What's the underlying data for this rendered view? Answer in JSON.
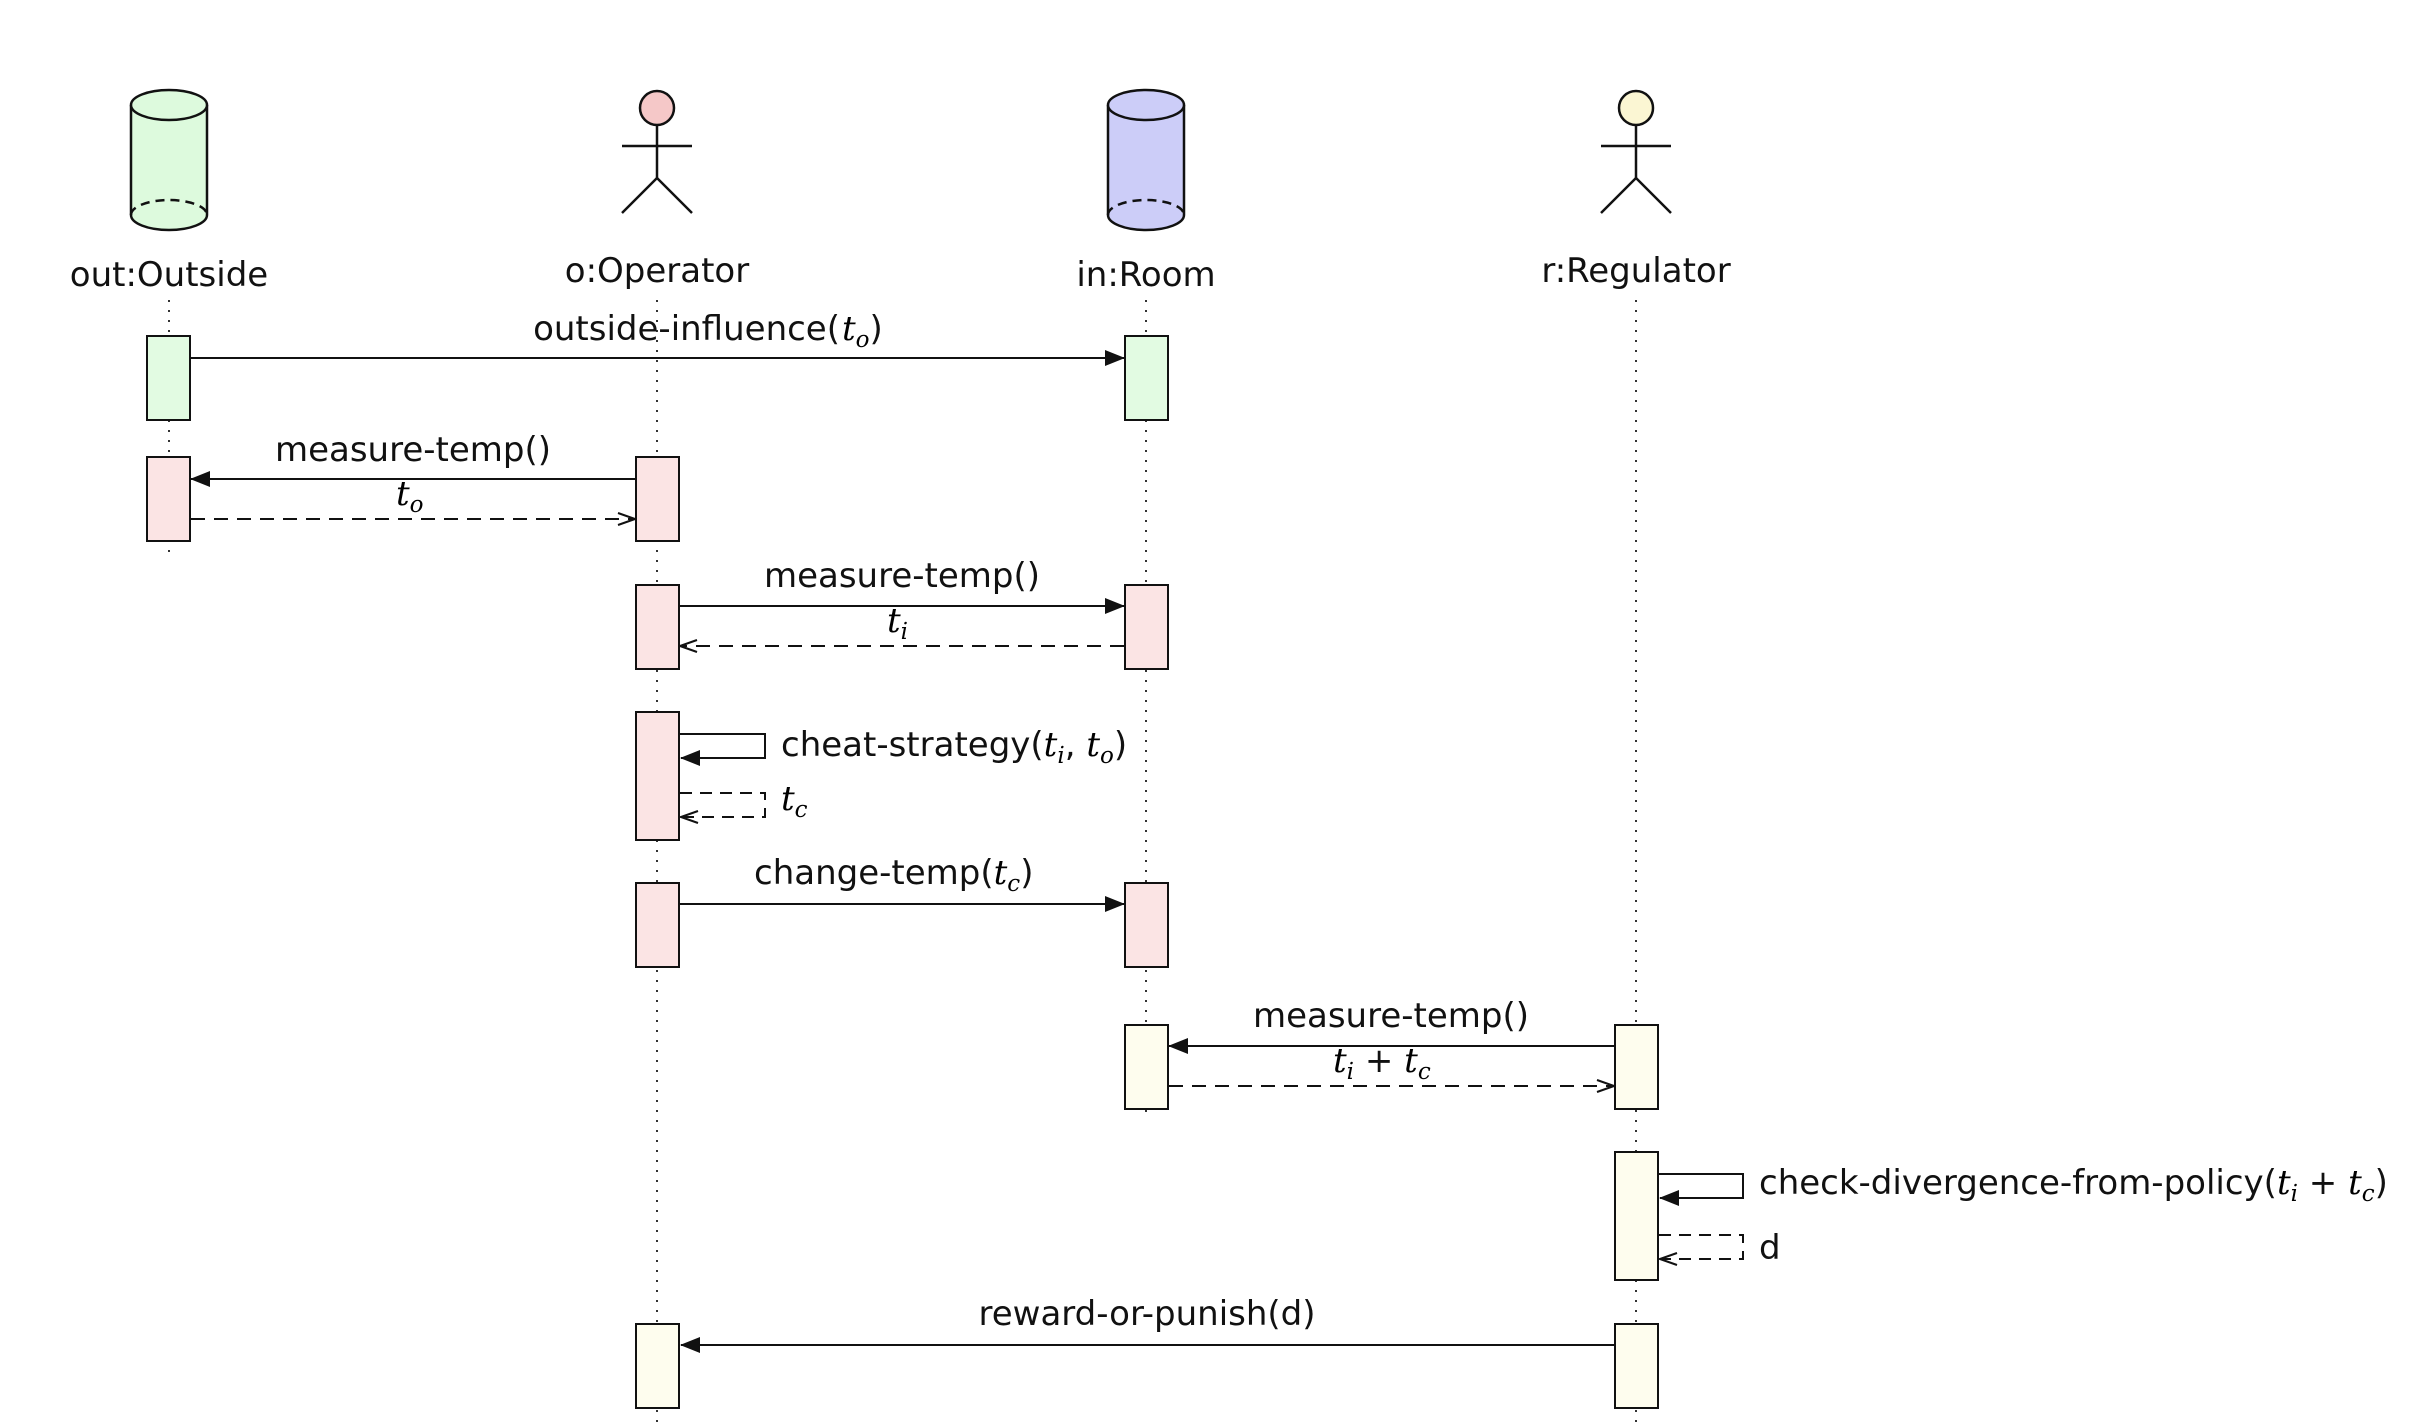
{
  "participants": [
    {
      "id": "out",
      "label": "out:Outside",
      "shape": "cylinder",
      "color": "#ddfadd"
    },
    {
      "id": "op",
      "label": "o:Operator",
      "shape": "actor",
      "color": "#f5c8c8"
    },
    {
      "id": "in",
      "label": "in:Room",
      "shape": "cylinder",
      "color": "#cccdf8"
    },
    {
      "id": "reg",
      "label": "r:Regulator",
      "shape": "actor",
      "color": "#fbf6d3"
    }
  ],
  "colors": {
    "green": "#e2fbe2",
    "pink": "#fbe4e4",
    "yellow": "#fefdee",
    "line": "#111111"
  },
  "messages": [
    {
      "from": "out",
      "to": "in",
      "kind": "call",
      "label": "outside-influence(",
      "args": [
        {
          "base": "t",
          "sub": "o"
        }
      ],
      "close": ")"
    },
    {
      "from": "op",
      "to": "out",
      "kind": "call",
      "label": "measure-temp()"
    },
    {
      "from": "out",
      "to": "op",
      "kind": "return",
      "args": [
        {
          "base": "t",
          "sub": "o"
        }
      ]
    },
    {
      "from": "op",
      "to": "in",
      "kind": "call",
      "label": "measure-temp()"
    },
    {
      "from": "in",
      "to": "op",
      "kind": "return",
      "args": [
        {
          "base": "t",
          "sub": "i"
        }
      ]
    },
    {
      "from": "op",
      "to": "op",
      "kind": "self-call",
      "label": "cheat-strategy(",
      "args": [
        {
          "base": "t",
          "sub": "i"
        },
        {
          "base": "t",
          "sub": "o"
        }
      ],
      "close": ")"
    },
    {
      "from": "op",
      "to": "op",
      "kind": "self-return",
      "args": [
        {
          "base": "t",
          "sub": "c"
        }
      ]
    },
    {
      "from": "op",
      "to": "in",
      "kind": "call",
      "label": "change-temp(",
      "args": [
        {
          "base": "t",
          "sub": "c"
        }
      ],
      "close": ")"
    },
    {
      "from": "reg",
      "to": "in",
      "kind": "call",
      "label": "measure-temp()"
    },
    {
      "from": "in",
      "to": "reg",
      "kind": "return",
      "expr": "t_i + t_c"
    },
    {
      "from": "reg",
      "to": "reg",
      "kind": "self-call",
      "label": "check-divergence-from-policy(",
      "expr": "t_i + t_c",
      "close": ")"
    },
    {
      "from": "reg",
      "to": "reg",
      "kind": "self-return",
      "label": "d"
    },
    {
      "from": "reg",
      "to": "op",
      "kind": "call",
      "label": "reward-or-punish(d)"
    }
  ]
}
